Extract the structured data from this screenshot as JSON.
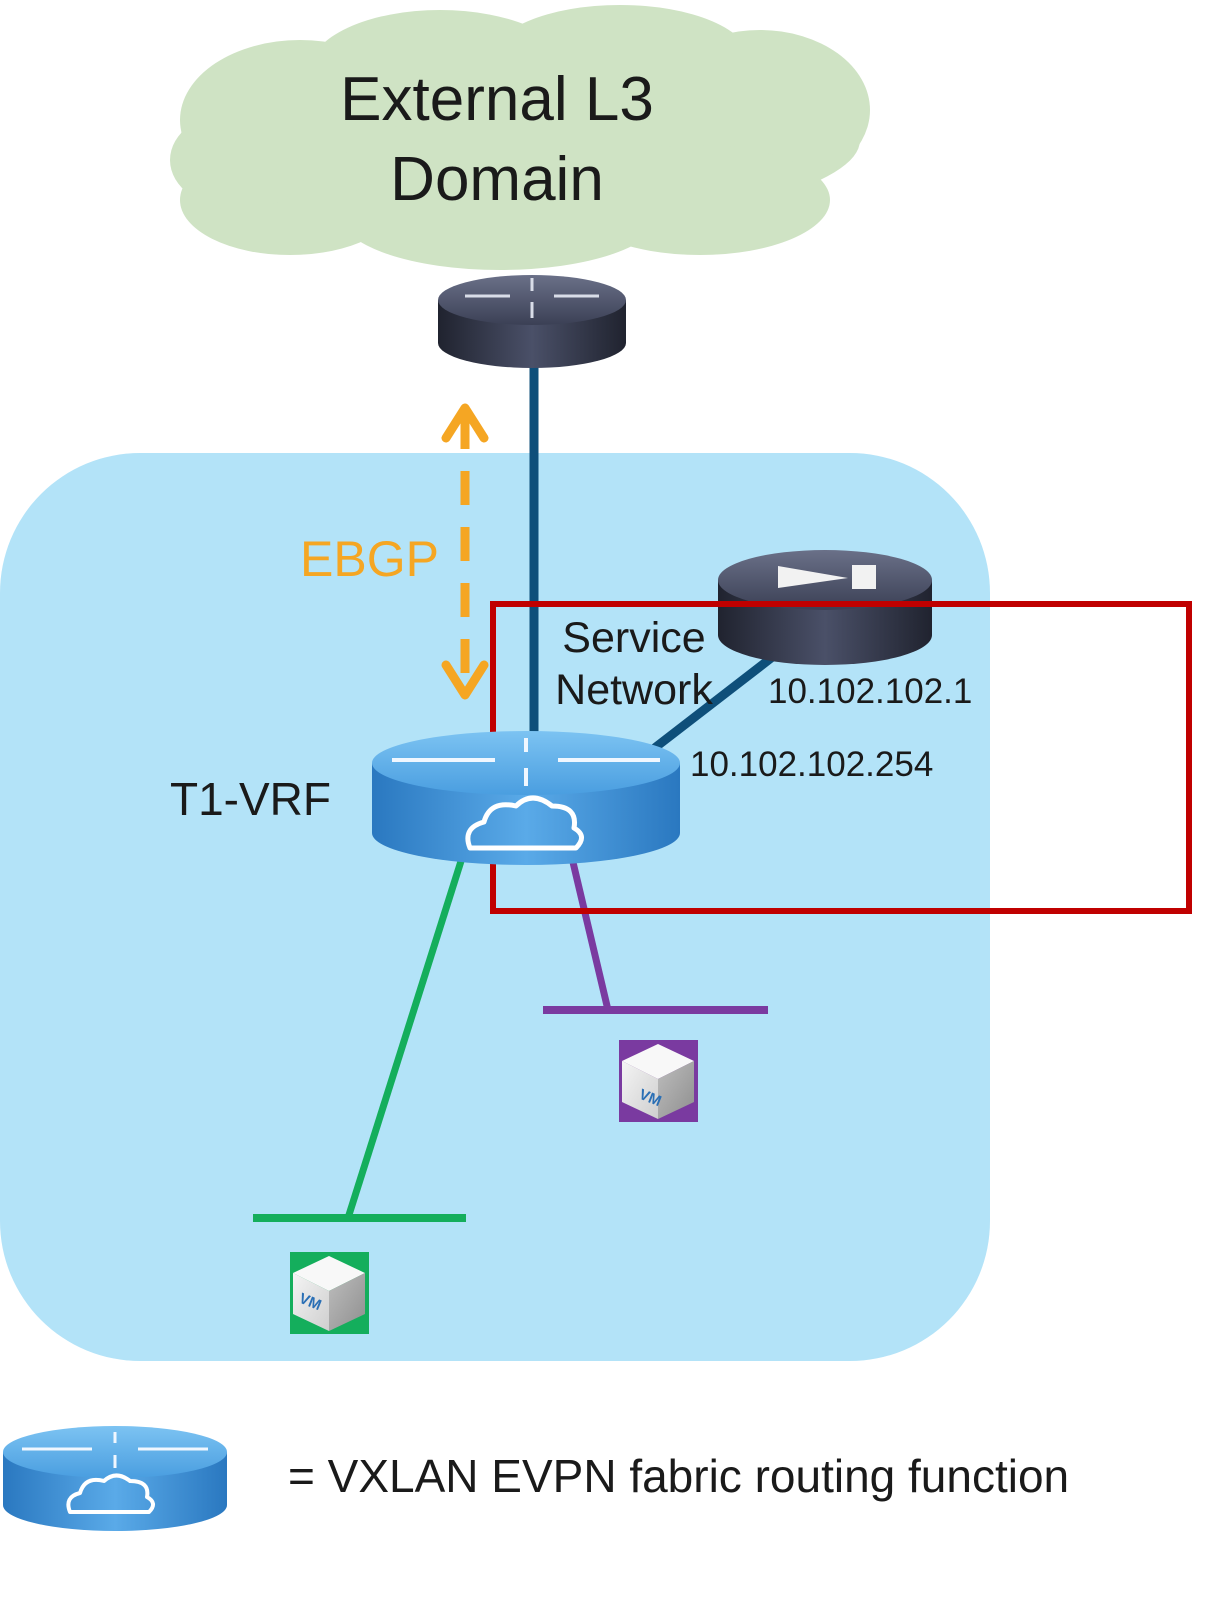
{
  "cloud": {
    "line1": "External L3",
    "line2": "Domain",
    "fill": "#cfe3c4"
  },
  "fabric": {
    "fill": "#b3e3f8"
  },
  "labels": {
    "ebgp": "EBGP",
    "service_line1": "Service",
    "service_line2": "Network",
    "service_ip": "10.102.102.1",
    "vrf_ip": "10.102.102.254",
    "vrf": "T1-VRF"
  },
  "vm": {
    "text": "VM"
  },
  "legend": {
    "text": "= VXLAN EVPN fabric routing function"
  },
  "colors": {
    "ebgp": "#f5a623",
    "uplink": "#0e4f7a",
    "green_segment": "#14ae5c",
    "purple_segment": "#7a3aa0",
    "highlight_box": "#c00000",
    "router_dark": "#2f3447",
    "router_blue": "#3b8fd6"
  }
}
